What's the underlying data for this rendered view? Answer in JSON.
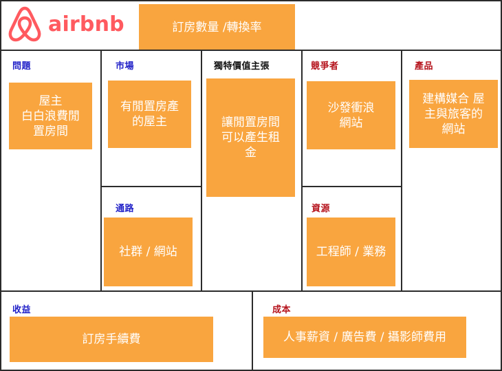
{
  "brand": {
    "name": "airbnb",
    "logo_icon": "airbnb-belo-icon",
    "color": "#ff5a5f"
  },
  "header": {
    "metric": "訂房數量 /轉換率"
  },
  "sections": {
    "problem": {
      "label": "問題",
      "note": "屋主\n白白浪費閒\n置房間"
    },
    "market": {
      "label": "市場",
      "note": "有閒置房產\n的屋主"
    },
    "uvp": {
      "label": "獨特價值主張",
      "note": "讓閒置房間\n可以產生租\n金"
    },
    "competitor": {
      "label": "競爭者",
      "note": "沙發衝浪\n網站"
    },
    "product": {
      "label": "產品",
      "note": "建構媒合 屋\n主與旅客的\n網站"
    },
    "channels": {
      "label": "通路",
      "note": "社群 / 網站"
    },
    "resources": {
      "label": "資源",
      "note": "工程師 / 業務"
    },
    "revenue": {
      "label": "收益",
      "note": "訂房手續費"
    },
    "cost": {
      "label": "成本",
      "note": "人事薪資 / 廣告費 / 攝影師費用"
    }
  },
  "colors": {
    "sticky_note": "#f9a53f",
    "label_blue": "#2222c8",
    "label_red": "#b5131c",
    "border": "#2b2b2b"
  }
}
